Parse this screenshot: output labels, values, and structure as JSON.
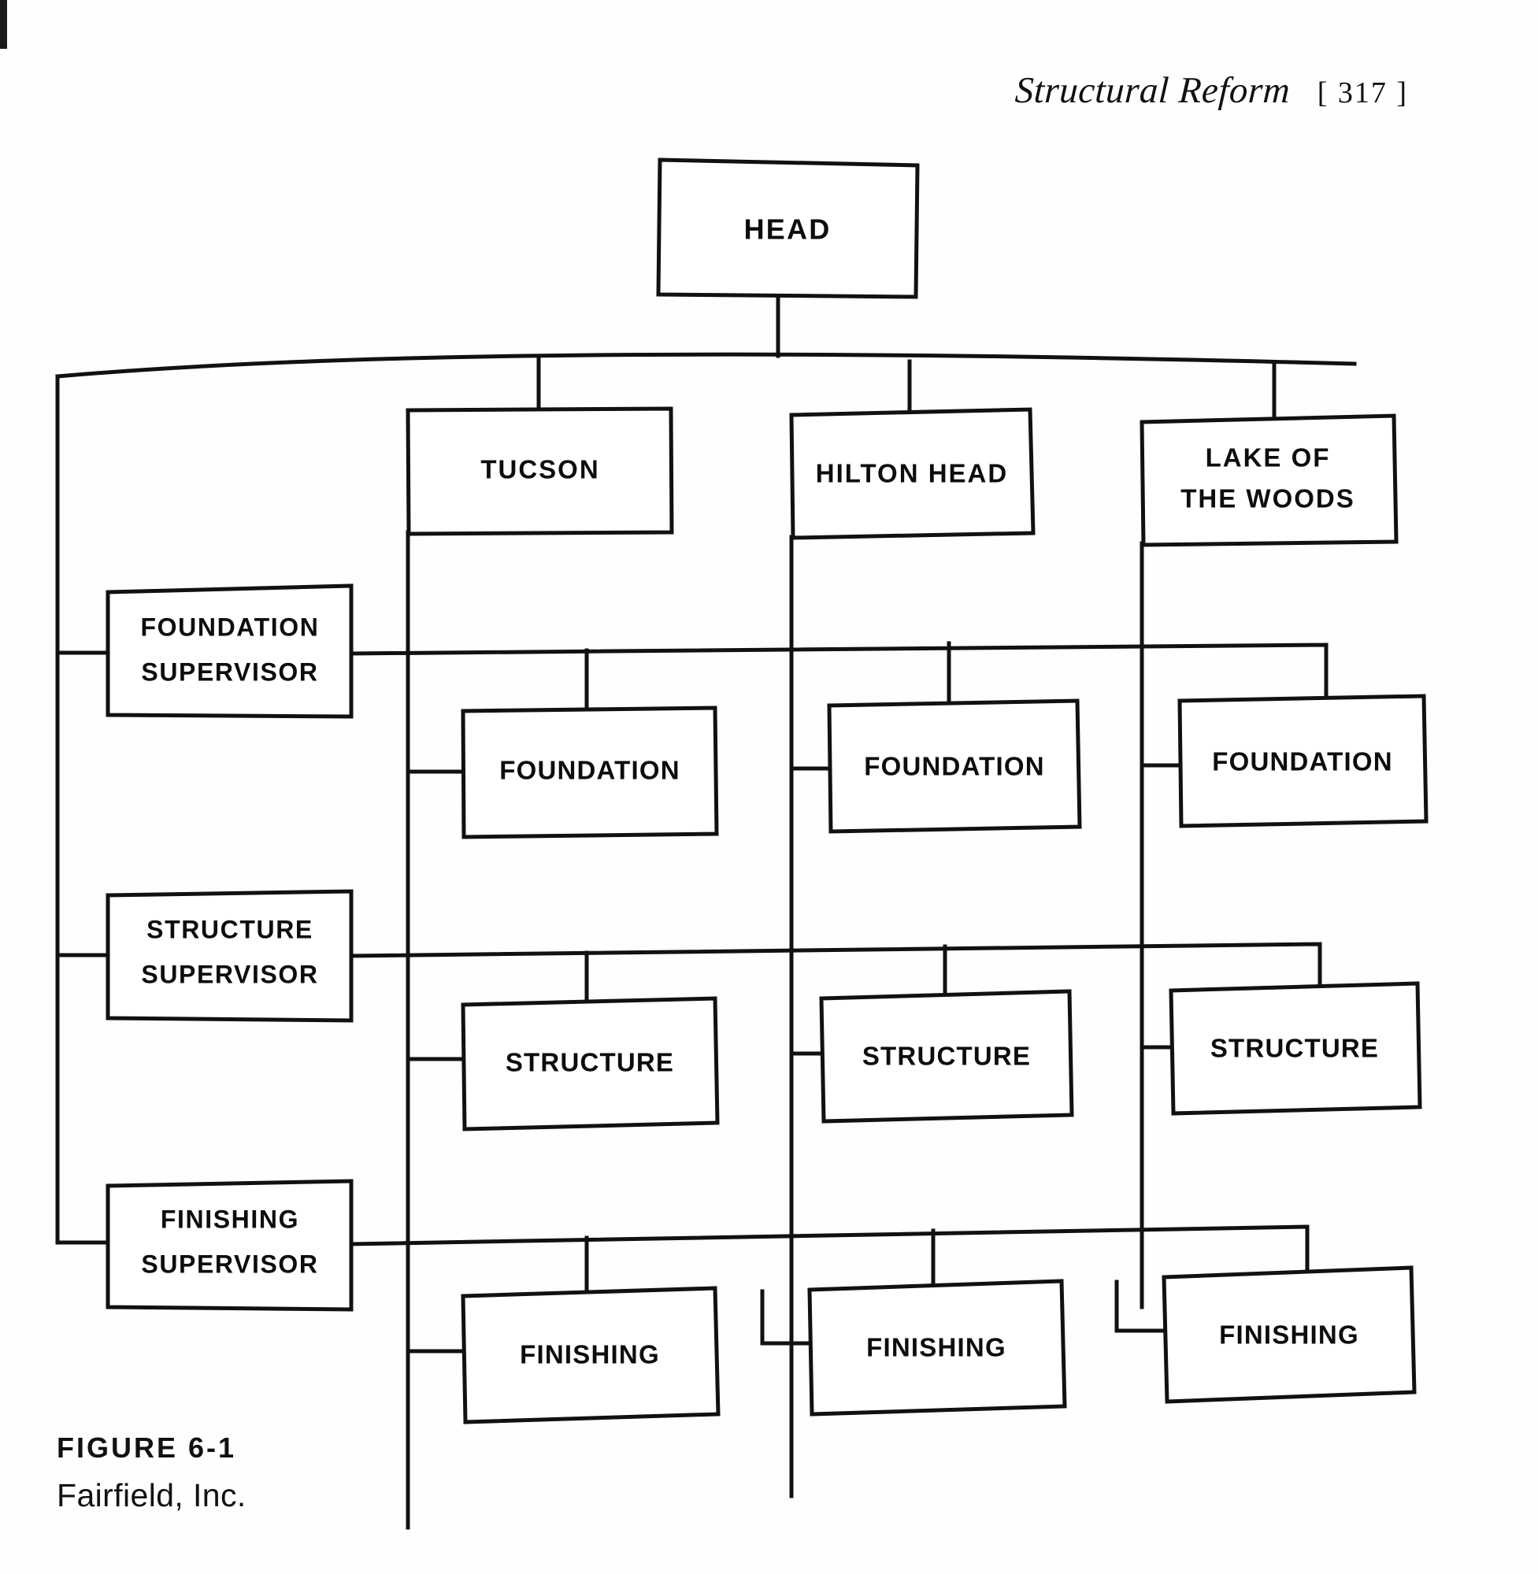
{
  "header": {
    "running_title": "Structural Reform",
    "page_number": "[ 317 ]"
  },
  "caption": {
    "figure_number": "FIGURE 6-1",
    "figure_title": "Fairfield, Inc."
  },
  "chart_data": {
    "type": "diagram",
    "diagram_kind": "matrix-organization-chart",
    "title": "Fairfield, Inc.",
    "root": {
      "id": "head",
      "label": "HEAD"
    },
    "columns": [
      {
        "id": "tucson",
        "label": "TUCSON"
      },
      {
        "id": "hilton-head",
        "label": "HILTON HEAD"
      },
      {
        "id": "lake-of-the-woods",
        "label": "LAKE OF\nTHE WOODS",
        "line1": "LAKE OF",
        "line2": "THE WOODS"
      }
    ],
    "rows": [
      {
        "id": "foundation-supervisor",
        "line1": "FOUNDATION",
        "line2": "SUPERVISOR"
      },
      {
        "id": "structure-supervisor",
        "line1": "STRUCTURE",
        "line2": "SUPERVISOR"
      },
      {
        "id": "finishing-supervisor",
        "line1": "FINISHING",
        "line2": "SUPERVISOR"
      }
    ],
    "cells": [
      {
        "row": "foundation-supervisor",
        "column": "tucson",
        "label": "FOUNDATION"
      },
      {
        "row": "foundation-supervisor",
        "column": "hilton-head",
        "label": "FOUNDATION"
      },
      {
        "row": "foundation-supervisor",
        "column": "lake-of-the-woods",
        "label": "FOUNDATION"
      },
      {
        "row": "structure-supervisor",
        "column": "tucson",
        "label": "STRUCTURE"
      },
      {
        "row": "structure-supervisor",
        "column": "hilton-head",
        "label": "STRUCTURE"
      },
      {
        "row": "structure-supervisor",
        "column": "lake-of-the-woods",
        "label": "STRUCTURE"
      },
      {
        "row": "finishing-supervisor",
        "column": "tucson",
        "label": "FINISHING"
      },
      {
        "row": "finishing-supervisor",
        "column": "hilton-head",
        "label": "FINISHING"
      },
      {
        "row": "finishing-supervisor",
        "column": "lake-of-the-woods",
        "label": "FINISHING"
      }
    ],
    "colors": {
      "line": "#111111",
      "box_fill": "#ffffff",
      "text": "#0d0d0d",
      "background": "#ffffff"
    }
  },
  "boxes": {
    "head": "HEAD",
    "tucson": "TUCSON",
    "hilton_head": "HILTON HEAD",
    "lake_of_the_woods_l1": "LAKE OF",
    "lake_of_the_woods_l2": "THE WOODS",
    "foundation_supervisor_l1": "FOUNDATION",
    "foundation_supervisor_l2": "SUPERVISOR",
    "structure_supervisor_l1": "STRUCTURE",
    "structure_supervisor_l2": "SUPERVISOR",
    "finishing_supervisor_l1": "FINISHING",
    "finishing_supervisor_l2": "SUPERVISOR",
    "foundation_tucson": "FOUNDATION",
    "foundation_hilton": "FOUNDATION",
    "foundation_lake": "FOUNDATION",
    "structure_tucson": "STRUCTURE",
    "structure_hilton": "STRUCTURE",
    "structure_lake": "STRUCTURE",
    "finishing_tucson": "FINISHING",
    "finishing_hilton": "FINISHING",
    "finishing_lake": "FINISHING"
  }
}
